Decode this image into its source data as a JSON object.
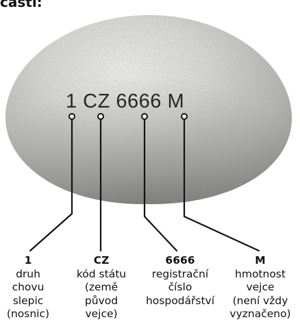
{
  "heading": "části:",
  "stamp": {
    "text": "1 CZ 6666 M"
  },
  "parts": [
    {
      "code": "1",
      "description": "druh\nchovu\nslepic\n(nosnic)"
    },
    {
      "code": "CZ",
      "description": "kód státu\n(země\npůvod\nvejce)"
    },
    {
      "code": "6666",
      "description": "registrační\nčíslo\nhospodářství"
    },
    {
      "code": "M",
      "description": "hmotnost\nvejce\n(není vždy\nvyznačeno)"
    }
  ]
}
